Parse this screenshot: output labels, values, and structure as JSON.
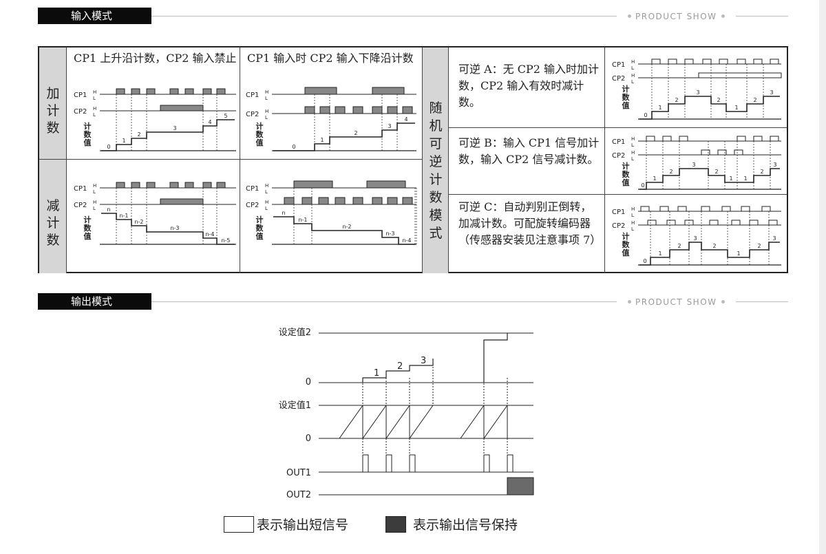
{
  "input_section": {
    "title": "输入模式",
    "tag": "PRODUCT SHOW"
  },
  "output_section": {
    "title": "输出模式",
    "tag": "PRODUCT SHOW"
  },
  "modes": {
    "add_label": "加计数",
    "sub_label": "减计数",
    "random_label": "随机可逆计数模式",
    "add_left_desc": "CP1 上升沿计数，CP2 输入禁止",
    "add_right_desc": "CP1 输入时 CP2 输入下降沿计数",
    "mode_a_desc": "可逆 A：无 CP2 输入时加计数，CP2 输入有效时减计数。",
    "mode_b_desc": "可逆 B：输入 CP1 信号加计数，输入 CP2 信号减计数。",
    "mode_c_desc": "可逆 C：自动判别正倒转，加减计数。可配旋转编码器（传感器安装见注意事项 7）"
  },
  "diagram_labels": {
    "cp1": "CP1",
    "cp2": "CP2",
    "h": "H",
    "l": "L",
    "count_value": "计数值",
    "zero": "0"
  },
  "diagrams": {
    "add_left_counts": [
      "0",
      "1",
      "2",
      "3",
      "4",
      "5"
    ],
    "add_right_counts": [
      "0",
      "1",
      "2",
      "3",
      "4"
    ],
    "sub_left_counts": [
      "n",
      "n-1",
      "n-2",
      "n-3",
      "n-4",
      "n-5"
    ],
    "sub_right_counts": [
      "n",
      "n-1",
      "n-2",
      "n-3",
      "n-4"
    ],
    "mode_a_counts": [
      "0",
      "1",
      "2",
      "3",
      "2",
      "1",
      "2",
      "3"
    ],
    "mode_b_counts": [
      "0",
      "1",
      "2",
      "3",
      "2",
      "1",
      "1",
      "2",
      "3"
    ],
    "mode_c_counts": [
      "0",
      "1",
      "2",
      "3",
      "2",
      "1",
      "2",
      "3"
    ]
  },
  "output_chart": {
    "labels": {
      "set2": "设定值2",
      "set1": "设定值1",
      "zero": "0",
      "out1": "OUT1",
      "out2": "OUT2"
    },
    "steps": [
      "1",
      "2",
      "3"
    ]
  },
  "legend": {
    "short": "表示输出短信号",
    "hold": "表示输出信号保持"
  }
}
